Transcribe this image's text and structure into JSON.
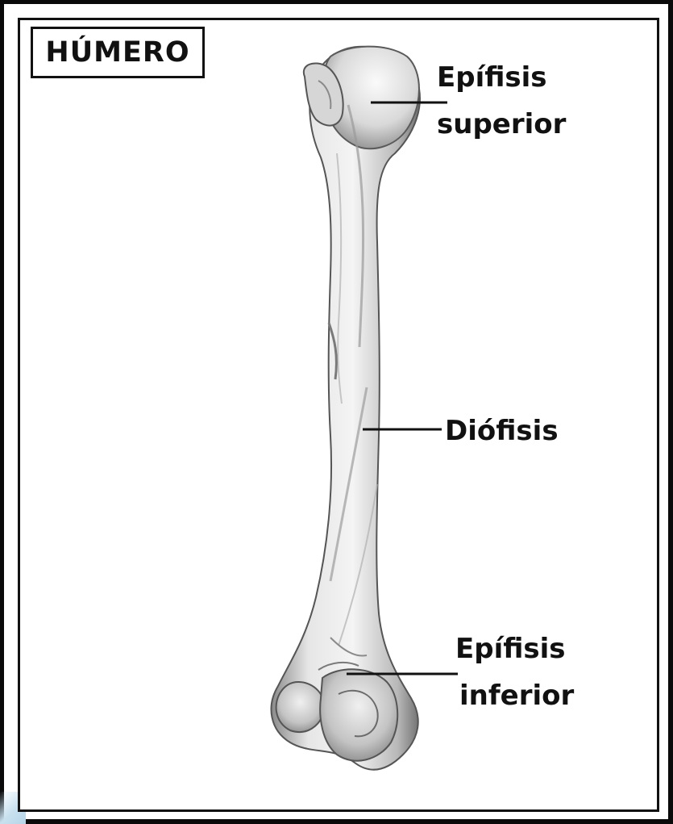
{
  "title": "HÚMERO",
  "labels": {
    "epiphysis_superior": {
      "line1": "Epífisis",
      "line2": "superior"
    },
    "diaphysis": {
      "text": "Diófisis"
    },
    "epiphysis_inferior": {
      "line1": "Epífisis",
      "line2": "inferior"
    }
  },
  "colors": {
    "ink": "#111111",
    "bone_light": "#f2f2f2",
    "bone_mid": "#bdbdbd",
    "bone_dark": "#7a7a7a",
    "corner_accent": "#c9e1ef"
  },
  "icons": {
    "figure": "humerus-bone-illustration"
  }
}
